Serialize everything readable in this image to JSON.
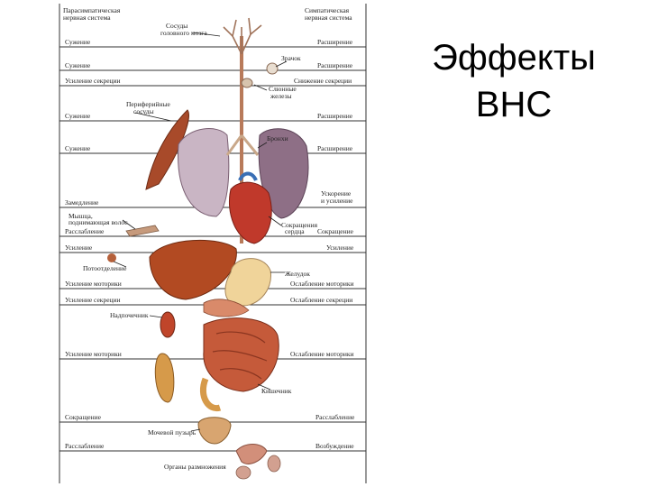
{
  "title": {
    "line1": "Эффекты",
    "line2": "ВНС"
  },
  "header": {
    "left": [
      "Парасимпатическая",
      "нервная система"
    ],
    "right": [
      "Симпатическая",
      "нервная система"
    ]
  },
  "organs": {
    "brain_vessels": [
      "Сосуды",
      "головного мозга"
    ],
    "pupil": "Зрачок",
    "salivary": [
      "Слюнные",
      "железы"
    ],
    "peripheral_vessels": [
      "Периферийные",
      "сосуды"
    ],
    "bronchi": "Бронхи",
    "heart": [
      "Сокращения",
      "сердца"
    ],
    "hair": [
      "Мышца,",
      "поднимающая волос"
    ],
    "sweat": "Потоотделение",
    "stomach": "Желудок",
    "adrenal": "Надпочечник",
    "intestine": "Кишечник",
    "bladder": "Мочевой пузырь",
    "genitals": "Органы размножения"
  },
  "left_effects": [
    "Сужение",
    "Сужение",
    "Усиление секреции",
    "Сужение",
    "Сужение",
    "Замедление",
    "Расслабление",
    "Усиление",
    "Усиление моторики",
    "Усиление секреции",
    "Усиление моторики",
    "Сокращение",
    "Расслабление"
  ],
  "right_effects": [
    "Расширение",
    "Расширение",
    "Снижение секреции",
    "Расширение",
    "Расширение",
    [
      "Ускорение",
      "и усиление"
    ],
    "Сокращение",
    "Усиление",
    "Ослабление моторики",
    "Ослабление секреции",
    "Ослабление моторики",
    "Расслабление",
    "Возбуждение"
  ]
}
